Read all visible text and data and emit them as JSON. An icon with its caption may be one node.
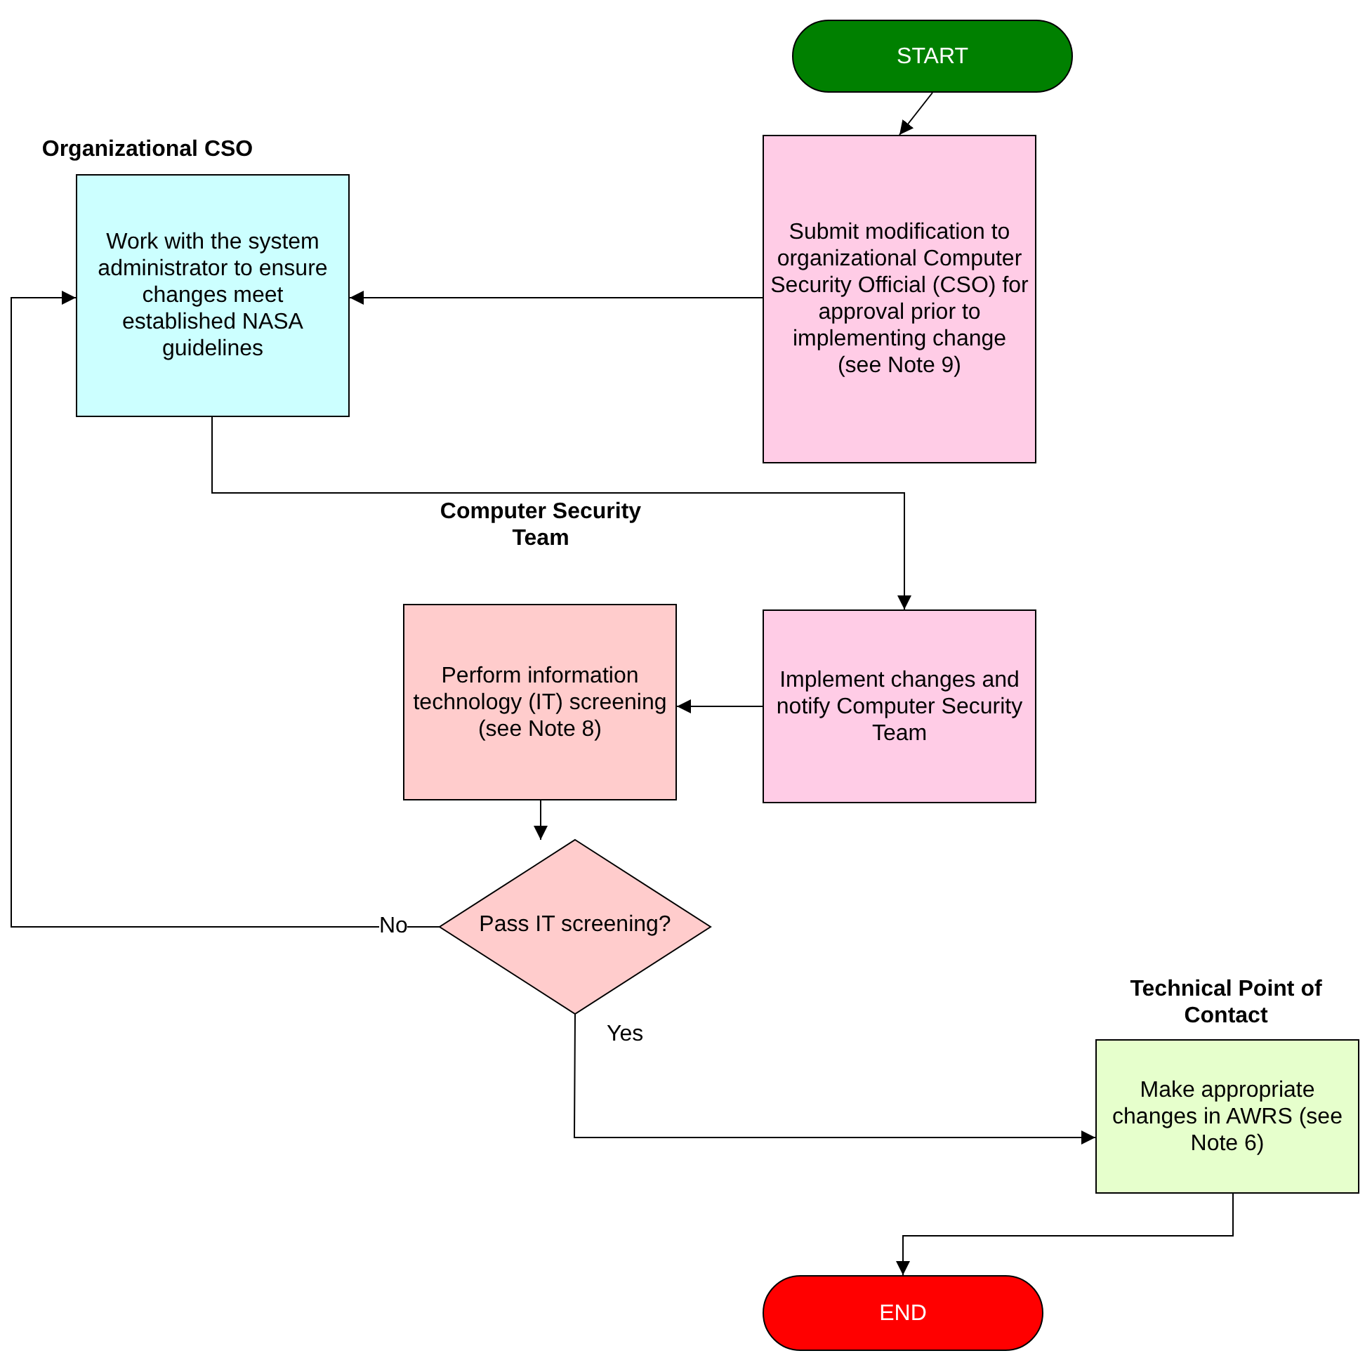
{
  "diagram": {
    "nodes": [
      {
        "text": [
          "START"
        ]
      },
      {
        "text": [
          "Submit modification to organizational Computer Security Official (CSO) for approval prior to implementing change (see Note 9)"
        ]
      },
      {
        "text": [
          "Organizational CSO",
          "Work with the system administrator to ensure changes meet established NASA guidelines"
        ]
      },
      {
        "text": [
          "Computer Security Team",
          "Perform information technology (IT) screening (see Note 8)"
        ]
      },
      {
        "text": [
          "Implement changes and notify Computer Security Team"
        ]
      },
      {
        "text": [
          "Pass IT screening?"
        ]
      },
      {
        "text": [
          "Technical Point of Contact",
          "Make appropriate changes in AWRS (see Note 6)"
        ]
      },
      {
        "text": [
          "END"
        ]
      }
    ],
    "edges": [
      {
        "from": 0,
        "to": 1,
        "arrow": "to"
      },
      {
        "from": 1,
        "to": 2,
        "arrow": "to"
      },
      {
        "from": 2,
        "to": 4,
        "arrow": "to"
      },
      {
        "from": 4,
        "to": 3,
        "arrow": "to"
      },
      {
        "from": 3,
        "to": 5,
        "arrow": "to"
      },
      {
        "from": 5,
        "to": 2,
        "arrow": "to",
        "label": "No"
      },
      {
        "from": 5,
        "to": 6,
        "arrow": "to",
        "label": "Yes"
      },
      {
        "from": 6,
        "to": 7,
        "arrow": "to"
      }
    ]
  }
}
